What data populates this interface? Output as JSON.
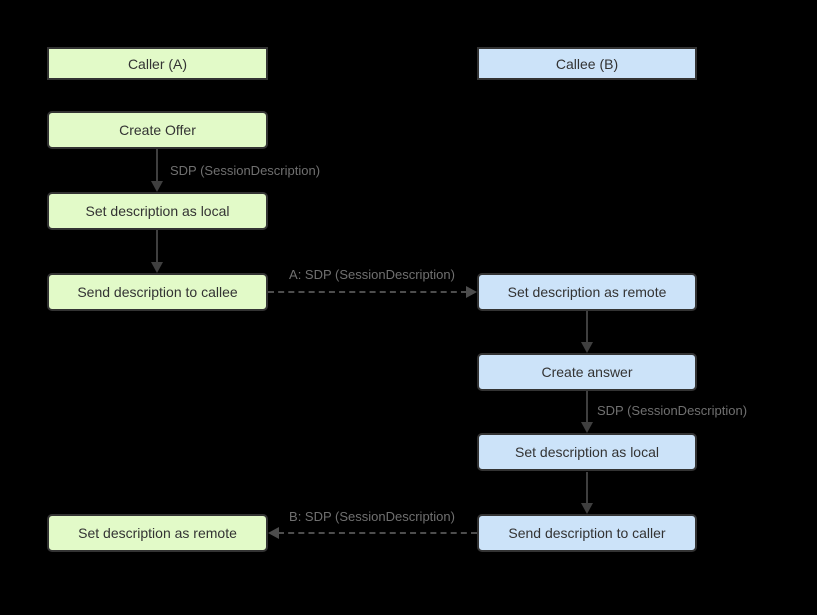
{
  "diagram": {
    "type": "flowchart",
    "topic": "WebRTC SDP offer/answer exchange",
    "colors": {
      "background": "#000000",
      "caller_fill": "#e2fac8",
      "callee_fill": "#cce3f9",
      "box_border": "#333333",
      "box_text": "#333333",
      "arrow": "#3f3f3f",
      "dashed_arrow": "#4d4d4d",
      "edge_label_text": "#707070"
    },
    "nodes": {
      "caller_header": {
        "label": "Caller (A)"
      },
      "callee_header": {
        "label": "Callee (B)"
      },
      "create_offer": {
        "label": "Create Offer"
      },
      "set_local_caller": {
        "label": "Set description as local"
      },
      "send_to_callee": {
        "label": "Send description to callee"
      },
      "set_remote_callee": {
        "label": "Set description as remote"
      },
      "create_answer": {
        "label": "Create answer"
      },
      "set_local_callee": {
        "label": "Set description as local"
      },
      "send_to_caller": {
        "label": "Send description to caller"
      },
      "set_remote_caller": {
        "label": "Set description as remote"
      }
    },
    "edge_labels": {
      "offer_sdp": "SDP (SessionDescription)",
      "a_sdp": "A: SDP (SessionDescription)",
      "answer_sdp": "SDP (SessionDescription)",
      "b_sdp": "B: SDP (SessionDescription)"
    }
  }
}
